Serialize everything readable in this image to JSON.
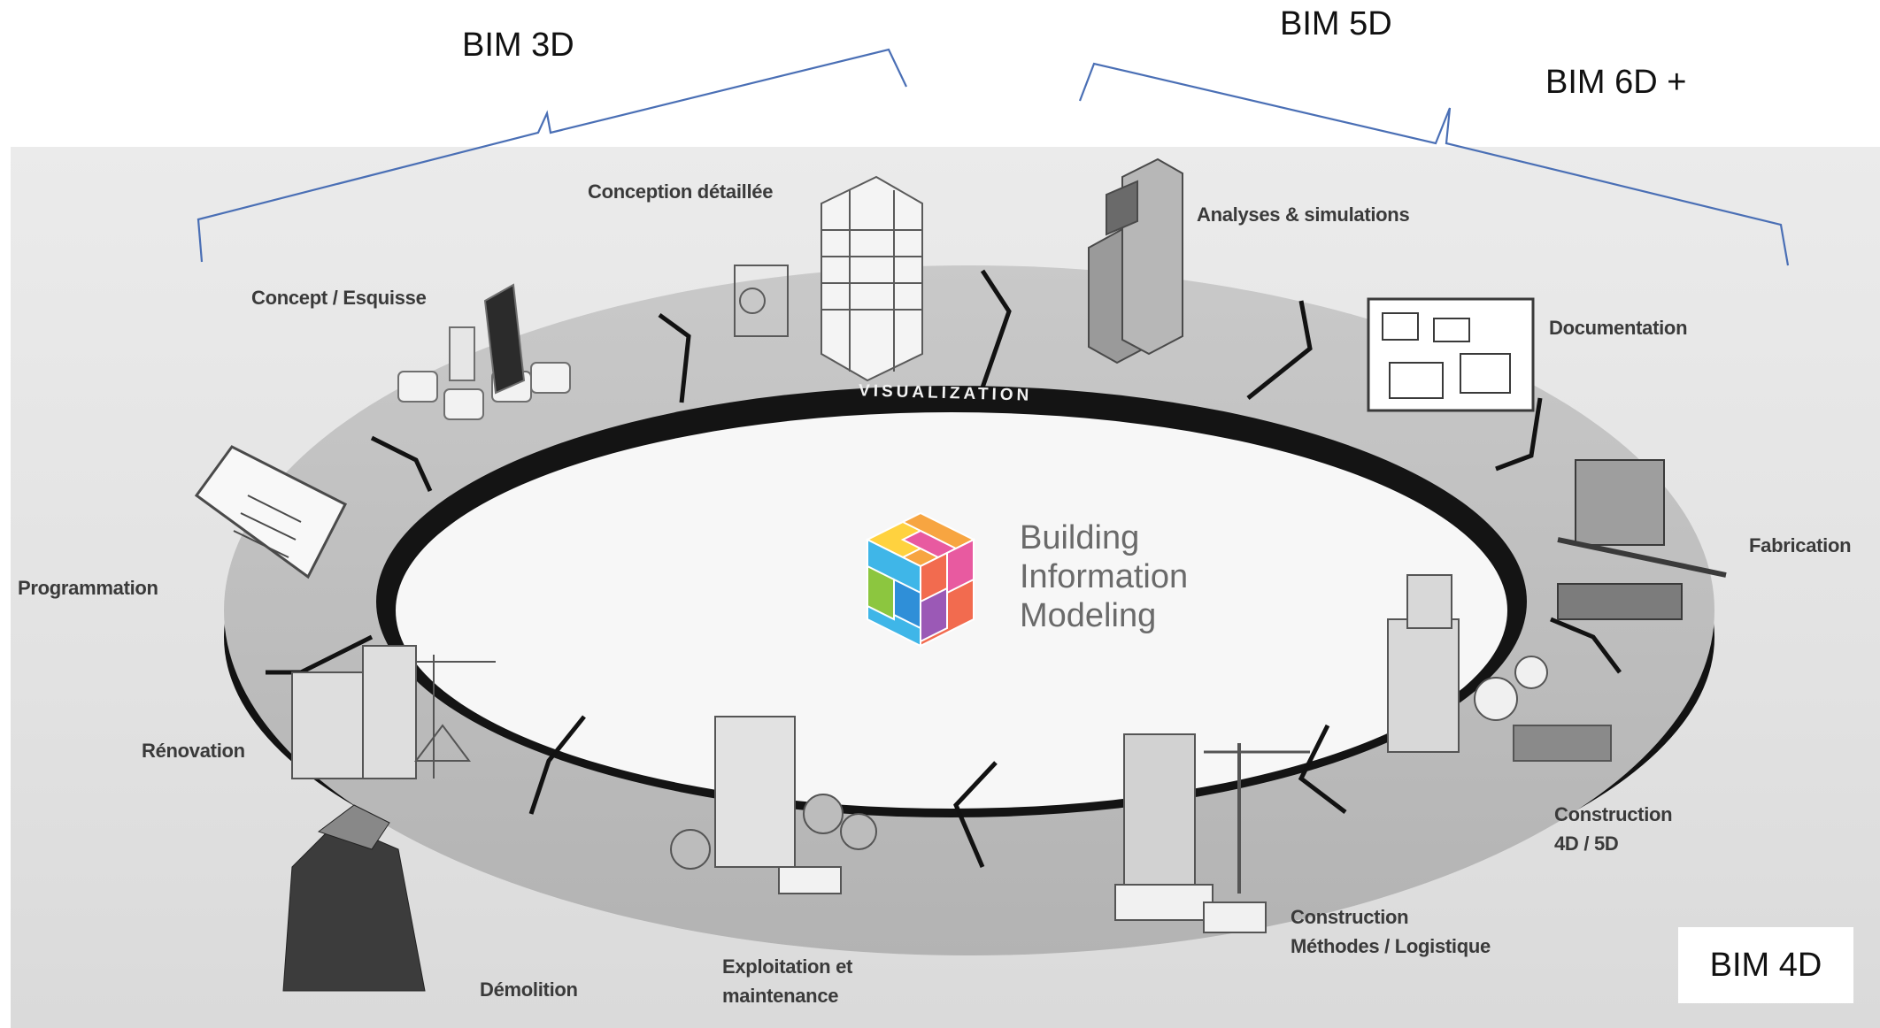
{
  "brackets": {
    "bim3d": "BIM 3D",
    "bim5d": "BIM 5D",
    "bim6d": "BIM 6D +",
    "bim4d": "BIM 4D"
  },
  "center": {
    "line1": "Building",
    "line2": "Information",
    "line3": "Modeling",
    "ring_label": "VISUALIZATION"
  },
  "stages": {
    "conception_detaillee": "Conception détaillée",
    "analyses": "Analyses & simulations",
    "concept": "Concept / Esquisse",
    "documentation": "Documentation",
    "programmation": "Programmation",
    "fabrication": "Fabrication",
    "renovation": "Rénovation",
    "construction_4d5d_line1": "Construction",
    "construction_4d5d_line2": "4D / 5D",
    "construction_methodes_line1": "Construction",
    "construction_methodes_line2": "Méthodes / Logistique",
    "demolition": "Démolition",
    "exploitation_line1": "Exploitation et",
    "exploitation_line2": "maintenance"
  },
  "colors": {
    "bracket": "#4a6fb5",
    "ring_dark": "#151515",
    "ring_light": "#bcbcbc",
    "cube": [
      "#f26b4f",
      "#f7a541",
      "#ffd23f",
      "#8cc63f",
      "#3fb6e8",
      "#2f8fd8",
      "#e85aa0",
      "#9b59b6"
    ]
  }
}
